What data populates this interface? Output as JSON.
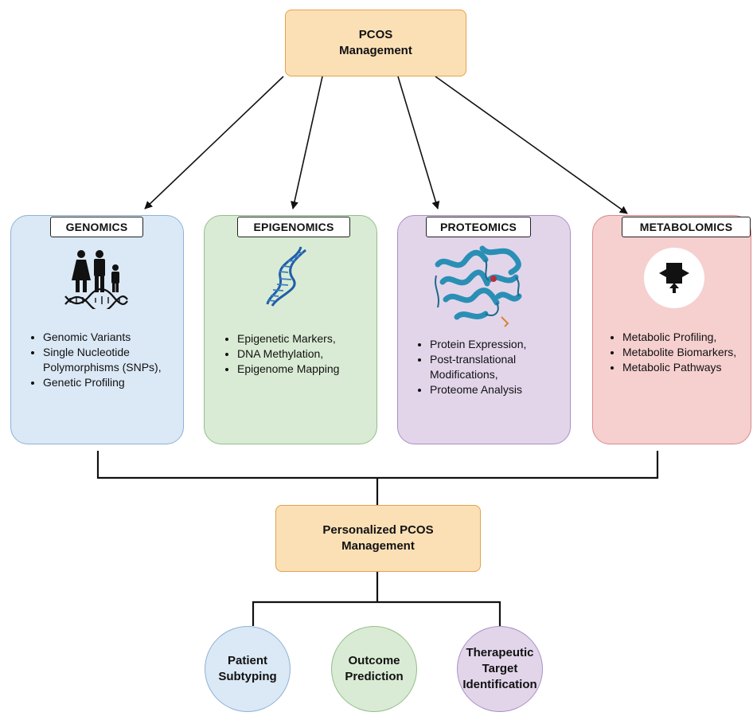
{
  "top": {
    "title": "PCOS\nManagement"
  },
  "panels": [
    {
      "label": "GENOMICS",
      "icon": "family-dna-icon",
      "items": [
        "Genomic Variants",
        "Single Nucleotide Polymorphisms (SNPs),",
        "Genetic Profiling"
      ]
    },
    {
      "label": "EPIGENOMICS",
      "icon": "dna-helix-icon",
      "items": [
        "Epigenetic Markers,",
        "DNA Methylation,",
        "Epigenome Mapping"
      ]
    },
    {
      "label": "PROTEOMICS",
      "icon": "protein-structure-icon",
      "items": [
        "Protein Expression,",
        "Post-translational Modifications,",
        "Proteome Analysis"
      ]
    },
    {
      "label": "METABOLOMICS",
      "icon": "metabolism-arrows-icon",
      "items": [
        "Metabolic Profiling,",
        "Metabolite Biomarkers,",
        "Metabolic Pathways"
      ]
    }
  ],
  "middle": {
    "title": "Personalized PCOS\nManagement"
  },
  "outcomes": [
    {
      "label": "Patient\nSubtyping"
    },
    {
      "label": "Outcome\nPrediction"
    },
    {
      "label": "Therapeutic\nTarget\nIdentification"
    }
  ],
  "colors": {
    "top_fill": "#fbe0b6",
    "genomics_fill": "#dbe8f5",
    "epigenomics_fill": "#d9ebd4",
    "proteomics_fill": "#e2d5ea",
    "metabolomics_fill": "#f6cfcf",
    "line": "#111111"
  }
}
